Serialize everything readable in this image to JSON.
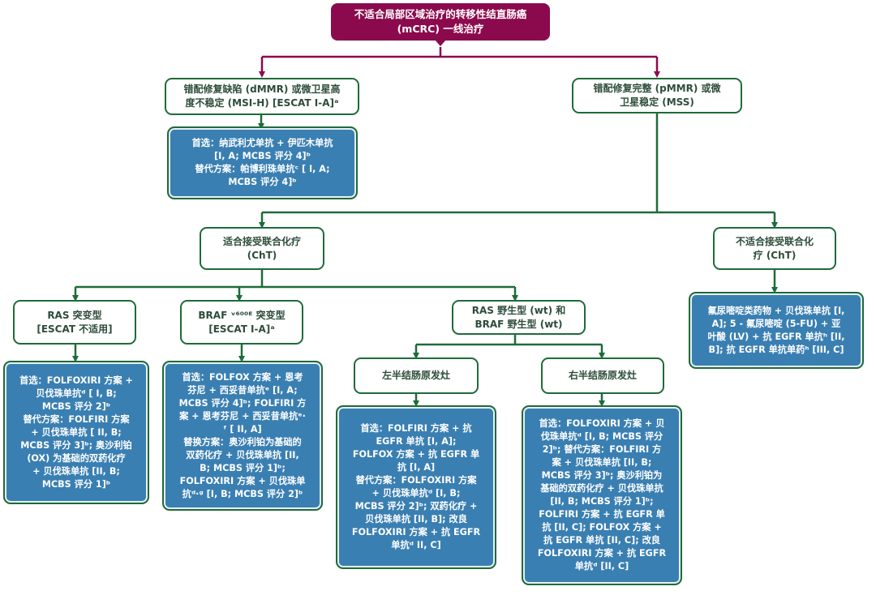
{
  "diagram": {
    "colors": {
      "root": "#8b0a4d",
      "connector_root": "#8b0a4d",
      "connector": "#1e6b3a",
      "condition_border": "#1e6b3a",
      "treatment_fill": "#3a7fb2"
    },
    "root": {
      "text": "不适合局部区域治疗的转移性结直肠癌\n(mCRC) 一线治疗"
    },
    "dmmr": {
      "text": "错配修复缺陷 (dMMR) 或微卫星高\n度不稳定 (MSI-H) [ESCAT I-A]ᵃ"
    },
    "dmmr_treatment": {
      "text": "首选：纳武利尤单抗 + 伊匹木单抗\n[I, A; MCBS 评分 4]ᵇ\n替代方案：帕博利珠单抗ᶜ [ I, A;\nMCBS 评分 4]ᵇ"
    },
    "pmmr": {
      "text": "错配修复完整 (pMMR) 或微\n卫星稳定 (MSS)"
    },
    "fit_cht": {
      "text": "适合接受联合化疗\n(ChT)"
    },
    "unfit_cht": {
      "text": "不适合接受联合化\n疗 (ChT)"
    },
    "unfit_treatment": {
      "text": "氟尿嘧啶类药物 + 贝伐珠单抗 [I,\nA]; 5 - 氟尿嘧啶 (5-FU) + 亚\n叶酸 (LV) + 抗 EGFR 单抗ʰ [II,\nB]; 抗 EGFR 单抗单药ʰ [III, C]"
    },
    "ras_mut": {
      "text": "RAS 突变型\n[ESCAT 不适用]"
    },
    "ras_mut_treatment": {
      "text": "首选：FOLFOXIRI 方案 +\n贝伐珠单抗ᵈ [ I, B;\nMCBS 评分 2]ᵇ\n替代方案：FOLFIRI 方案\n+ 贝伐珠单抗 [ II, B;\nMCBS 评分 3]ᵇ; 奥沙利铂\n(OX) 为基础的双药化疗\n+ 贝伐珠单抗 [II, B;\nMCBS 评分 1]ᵇ"
    },
    "braf_mut": {
      "text": "BRAF ᵛ⁶⁰⁰ᴱ 突变型\n[ESCAT I-A]ᵃ"
    },
    "braf_mut_treatment": {
      "text": "首选：FOLFOX 方案 + 恩考\n芬尼 + 西妥昔单抗ᵉ [I, A;\nMCBS 评分 4]ᵇ; FOLFIRI 方\n案 + 恩考芬尼 + 西妥昔单抗ᵉ·\nᶠ [ II, A]\n替换方案：奥沙利铂为基础的\n双药化疗 + 贝伐珠单抗 [II,\nB; MCBS 评分 1]ᵇ;\nFOLFOXIRI 方案 + 贝伐珠单\n抗ᵈ·ᵍ [I, B; MCBS 评分 2]ᵇ"
    },
    "wt": {
      "text": "RAS 野生型 (wt) 和\nBRAF 野生型 (wt)"
    },
    "left_primary": {
      "text": "左半结肠原发灶"
    },
    "left_treatment": {
      "text": "首选：FOLFIRI 方案 + 抗\nEGFR 单抗 [I, A];\nFOLFOX 方案 + 抗 EGFR 单\n抗 [I, A]\n替代方案：FOLFOXIRI 方案\n+ 贝伐珠单抗ᵈ [I, B;\nMCBS 评分 2]ᵇ; 双药化疗 +\n贝伐珠单抗 [II, B]; 改良\nFOLFOXIRI 方案 + 抗 EGFR\n单抗ᵈ II, C]"
    },
    "right_primary": {
      "text": "右半结肠原发灶"
    },
    "right_treatment": {
      "text": "首选：FOLFOXIRI 方案 + 贝\n伐珠单抗ᵈ [I, B; MCBS 评分\n2]ᵇ; 替代方案：FOLFIRI 方\n案 + 贝伐珠单抗 [II, B;\nMCBS 评分 3]ᵇ; 奥沙利铂为\n基础的双药化疗 + 贝伐珠单抗\n[II, B; MCBS 评分 1]ᵇ;\nFOLFIRI 方案 + 抗 EGFR 单\n抗 [II, C]; FOLFOX 方案 +\n抗 EGFR 单抗 [II, C]; 改良\nFOLFOXIRI 方案 + 抗 EGFR\n单抗ᵈ [II, C]"
    }
  }
}
